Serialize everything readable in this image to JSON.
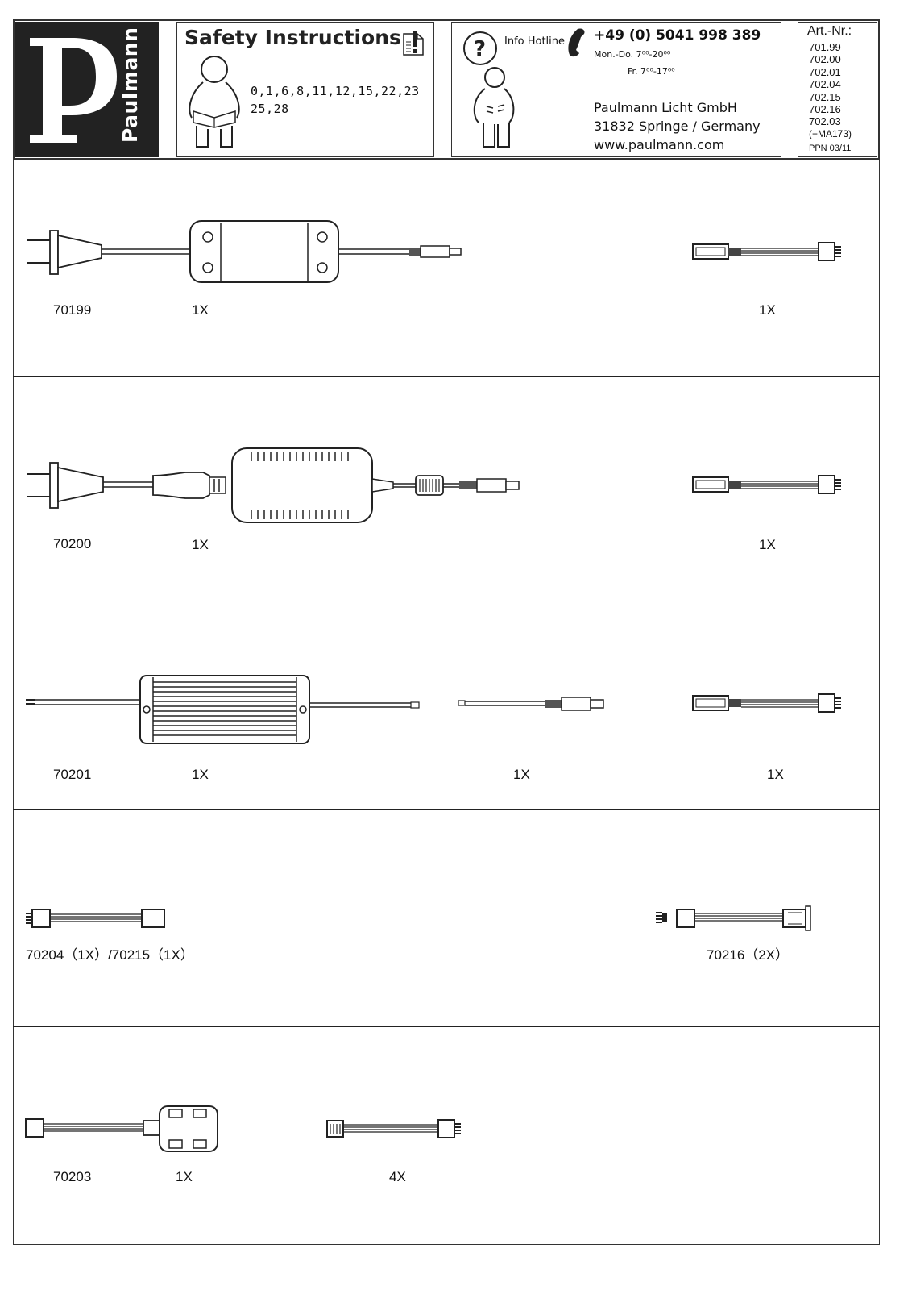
{
  "header": {
    "brand_name": "Paulmann",
    "safety_title": "Safety Instructions",
    "safety_codes_line1": "0,1,6,8,11,12,15,22,23",
    "safety_codes_line2": "25,28",
    "info_hotline_label": "Info Hotline",
    "phone": "+49 (0) 5041 998 389",
    "hours_mon_do": "Mon.-Do. 7⁰⁰-20⁰⁰",
    "hours_fr": "Fr.  7⁰⁰-17⁰⁰",
    "company": "Paulmann Licht GmbH",
    "address": "31832 Springe / Germany",
    "website": "www.paulmann.com",
    "art_nr_label": "Art.-Nr.:",
    "art_numbers": [
      "701.99",
      "702.00",
      "702.01",
      "702.04",
      "702.15",
      "702.16",
      "702.03",
      "(+MA173)"
    ],
    "ppn": "PPN 03/11"
  },
  "sections": {
    "s1": {
      "item": "70199",
      "qty_a": "1X",
      "qty_b": "1X"
    },
    "s2": {
      "item": "70200",
      "qty_a": "1X",
      "qty_b": "1X"
    },
    "s3": {
      "item": "70201",
      "qty_a": "1X",
      "qty_b": "1X",
      "qty_c": "1X"
    },
    "s4": {
      "left_label": "70204（1X）/70215（1X）",
      "right_label": "70216（2X）"
    },
    "s5": {
      "item": "70203",
      "qty_a": "1X",
      "qty_b": "4X"
    }
  },
  "icons": [
    "paulmann-logo-icon",
    "reading-person-icon",
    "warning-document-icon",
    "question-person-icon",
    "telephone-icon"
  ]
}
